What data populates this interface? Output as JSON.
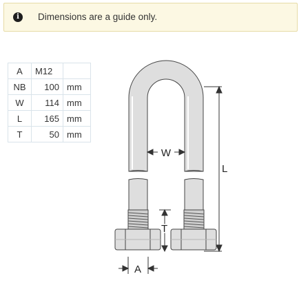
{
  "notice": {
    "icon": "info-icon",
    "icon_glyph": "i",
    "text": "Dimensions are a guide only."
  },
  "specs": {
    "rows": [
      {
        "label": "A",
        "value": "M12",
        "unit": ""
      },
      {
        "label": "NB",
        "value": "100",
        "unit": "mm"
      },
      {
        "label": "W",
        "value": "114",
        "unit": "mm"
      },
      {
        "label": "L",
        "value": "165",
        "unit": "mm"
      },
      {
        "label": "T",
        "value": "50",
        "unit": "mm"
      }
    ]
  },
  "diagram": {
    "labels": {
      "W": "W",
      "L": "L",
      "T": "T",
      "A": "A"
    },
    "colors": {
      "line": "#444444",
      "metal": "#dedede",
      "shade": "#b5b5b5"
    }
  }
}
